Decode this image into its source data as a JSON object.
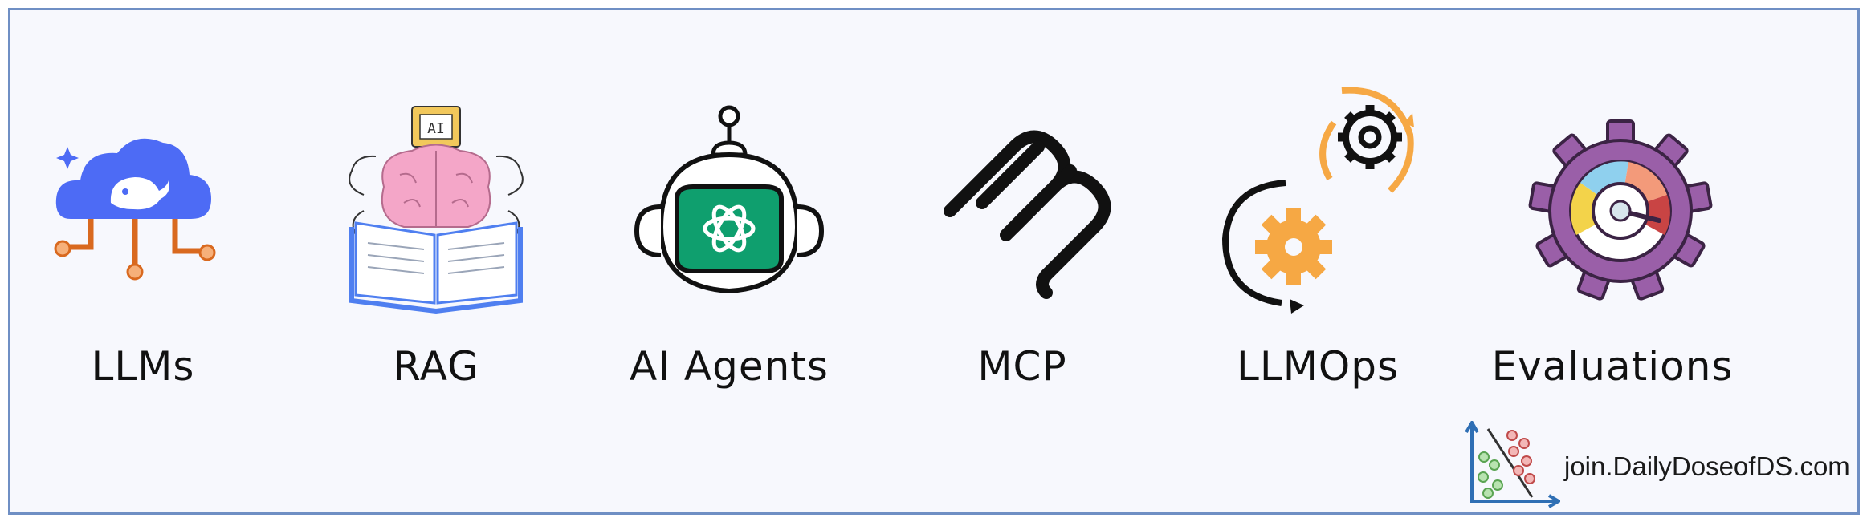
{
  "topics": [
    {
      "label": "LLMs",
      "icon": "cloud-whale-icon"
    },
    {
      "label": "RAG",
      "icon": "brain-book-icon",
      "chip_text": "AI"
    },
    {
      "label": "AI Agents",
      "icon": "robot-head-icon"
    },
    {
      "label": "MCP",
      "icon": "mcp-logo-icon"
    },
    {
      "label": "LLMOps",
      "icon": "gears-cycle-icon"
    },
    {
      "label": "Evaluations",
      "icon": "gauge-gear-icon"
    }
  ],
  "brand": {
    "text": "join.DailyDoseofDS.com",
    "icon": "scatter-plot-logo-icon"
  },
  "colors": {
    "frame_border": "#6f8fc4",
    "background": "#f7f8fd",
    "cloud_blue": "#4d6bf5",
    "connector_orange": "#d9691f",
    "brain_pink": "#f4a6c8",
    "book_blue": "#4f7ff0",
    "robot_green": "#0f9f6e",
    "gear_orange": "#f6a844",
    "gauge_purple": "#9a5fa8"
  }
}
